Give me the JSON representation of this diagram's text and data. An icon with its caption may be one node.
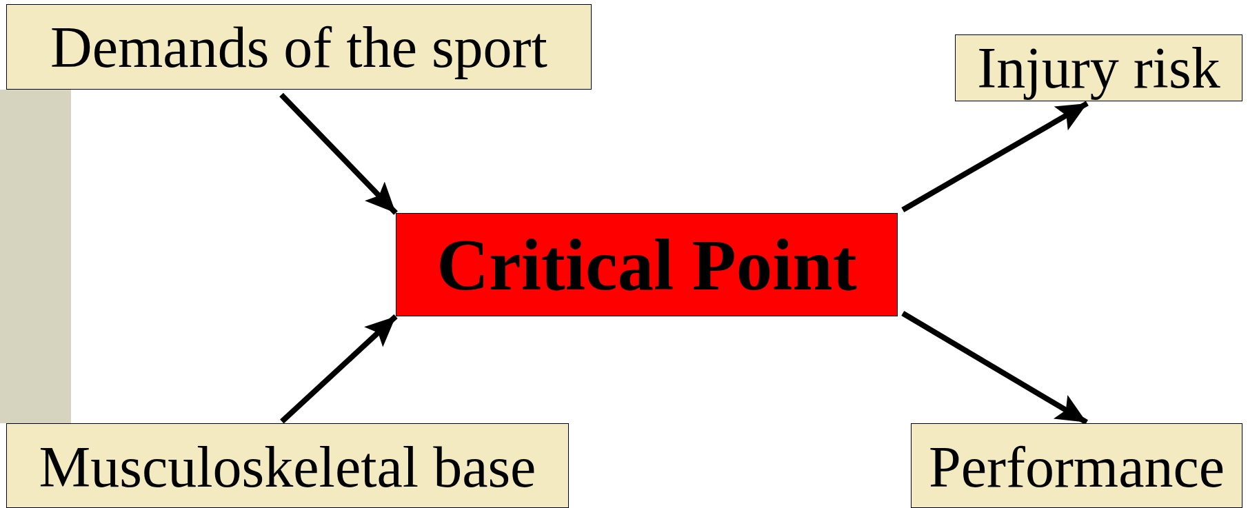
{
  "diagram": {
    "nodes": [
      {
        "text": [
          "Demands of the sport"
        ]
      },
      {
        "text": [
          "Critical Point"
        ]
      },
      {
        "text": [
          "Injury risk"
        ]
      },
      {
        "text": [
          "Musculoskeletal base"
        ]
      },
      {
        "text": [
          "Performance"
        ]
      },
      {
        "text": [],
        "shape": "bar"
      }
    ],
    "edges": [
      {
        "from": 0,
        "to": 1,
        "arrow": "to"
      },
      {
        "from": 3,
        "to": 1,
        "arrow": "to"
      },
      {
        "from": 1,
        "to": 2,
        "arrow": "to"
      },
      {
        "from": 1,
        "to": 4,
        "arrow": "to"
      }
    ]
  }
}
